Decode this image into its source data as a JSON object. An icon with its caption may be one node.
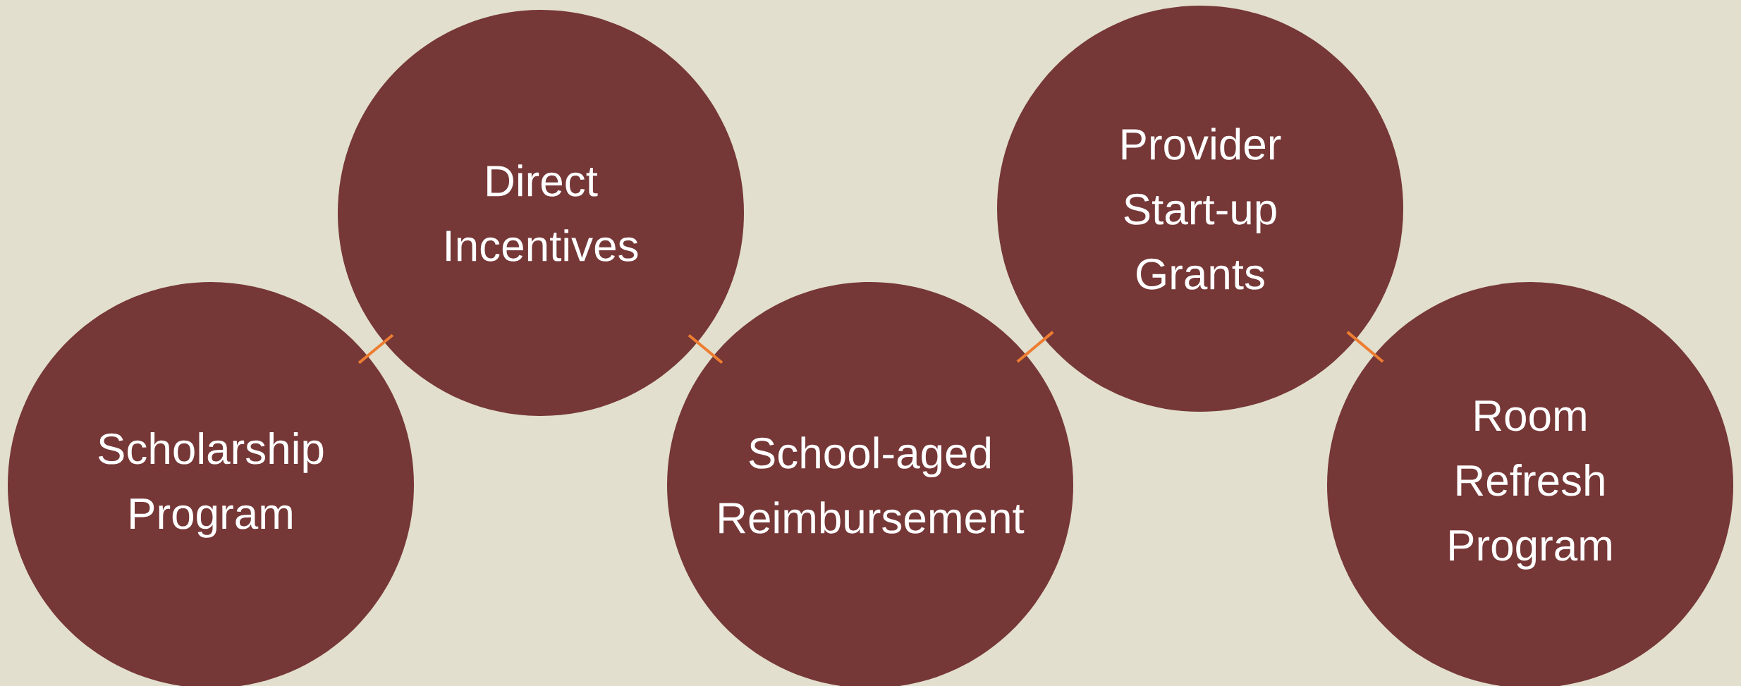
{
  "diagram": {
    "nodes": [
      {
        "text": [
          "Scholarship Program"
        ]
      },
      {
        "text": [
          "Direct Incentives"
        ]
      },
      {
        "text": [
          "School-aged Reimbursement"
        ]
      },
      {
        "text": [
          "Provider Start-up Grants"
        ]
      },
      {
        "text": [
          "Room Refresh Program"
        ]
      }
    ],
    "edges": [
      {
        "from": 0,
        "to": 1,
        "arrow": "none"
      },
      {
        "from": 1,
        "to": 2,
        "arrow": "none"
      },
      {
        "from": 2,
        "to": 3,
        "arrow": "none"
      },
      {
        "from": 3,
        "to": 4,
        "arrow": "none"
      }
    ]
  }
}
